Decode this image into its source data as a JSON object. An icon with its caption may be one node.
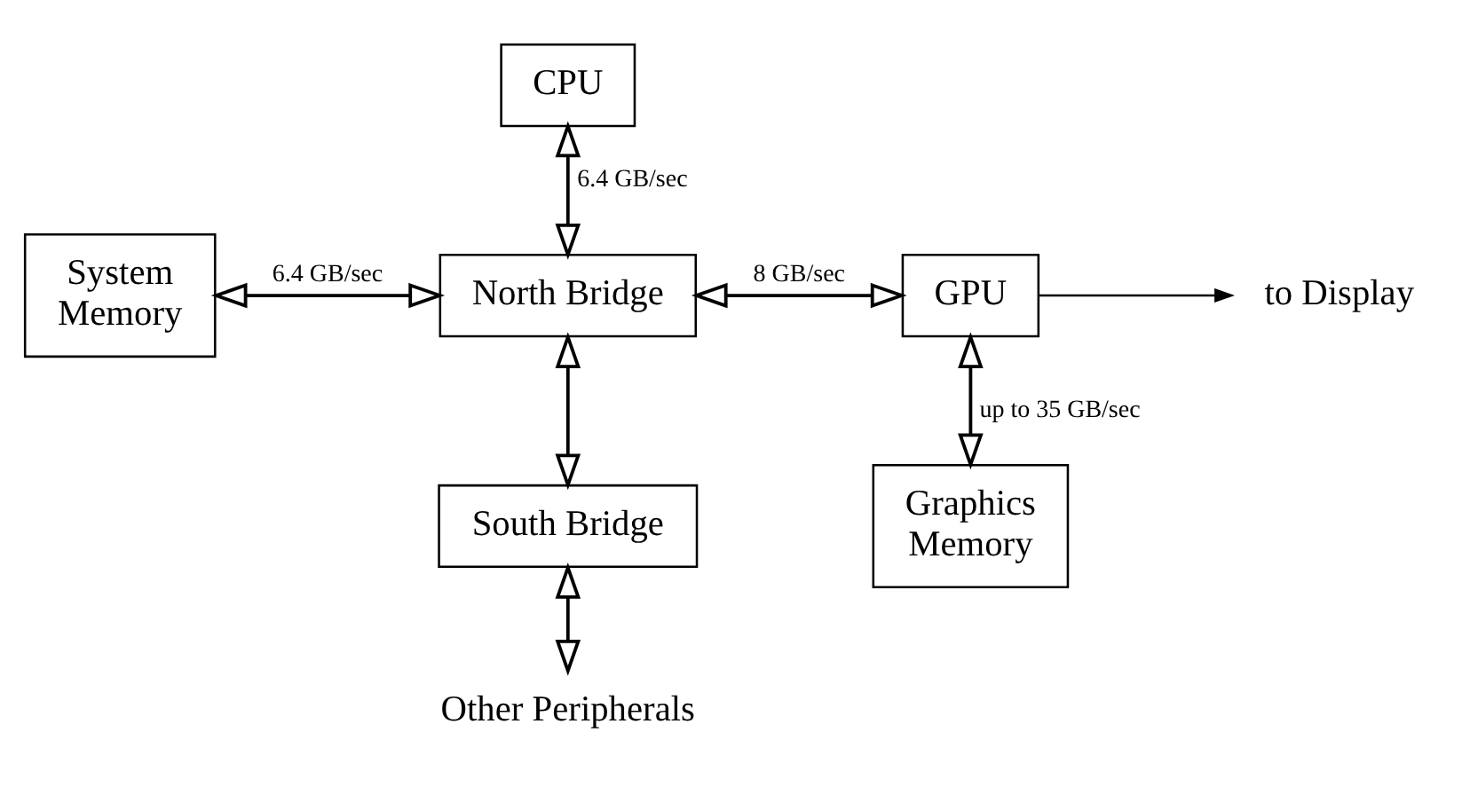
{
  "diagram": {
    "nodes": [
      {
        "text": [
          "CPU"
        ]
      },
      {
        "text": [
          "System Memory"
        ]
      },
      {
        "text": [
          "North Bridge"
        ]
      },
      {
        "text": [
          "GPU"
        ]
      },
      {
        "text": [
          "to Display"
        ]
      },
      {
        "text": [
          "Graphics Memory"
        ]
      },
      {
        "text": [
          "South Bridge"
        ]
      },
      {
        "text": [
          "Other Peripherals"
        ]
      }
    ],
    "edges": [
      {
        "from": 0,
        "to": 2,
        "arrow": "both",
        "label": "6.4 GB/sec"
      },
      {
        "from": 1,
        "to": 2,
        "arrow": "both",
        "label": "6.4 GB/sec"
      },
      {
        "from": 2,
        "to": 3,
        "arrow": "both",
        "label": "8 GB/sec"
      },
      {
        "from": 3,
        "to": 4,
        "arrow": "to"
      },
      {
        "from": 3,
        "to": 5,
        "arrow": "both",
        "label": "up to 35 GB/sec"
      },
      {
        "from": 2,
        "to": 6,
        "arrow": "both"
      },
      {
        "from": 6,
        "to": 7,
        "arrow": "both"
      }
    ]
  }
}
